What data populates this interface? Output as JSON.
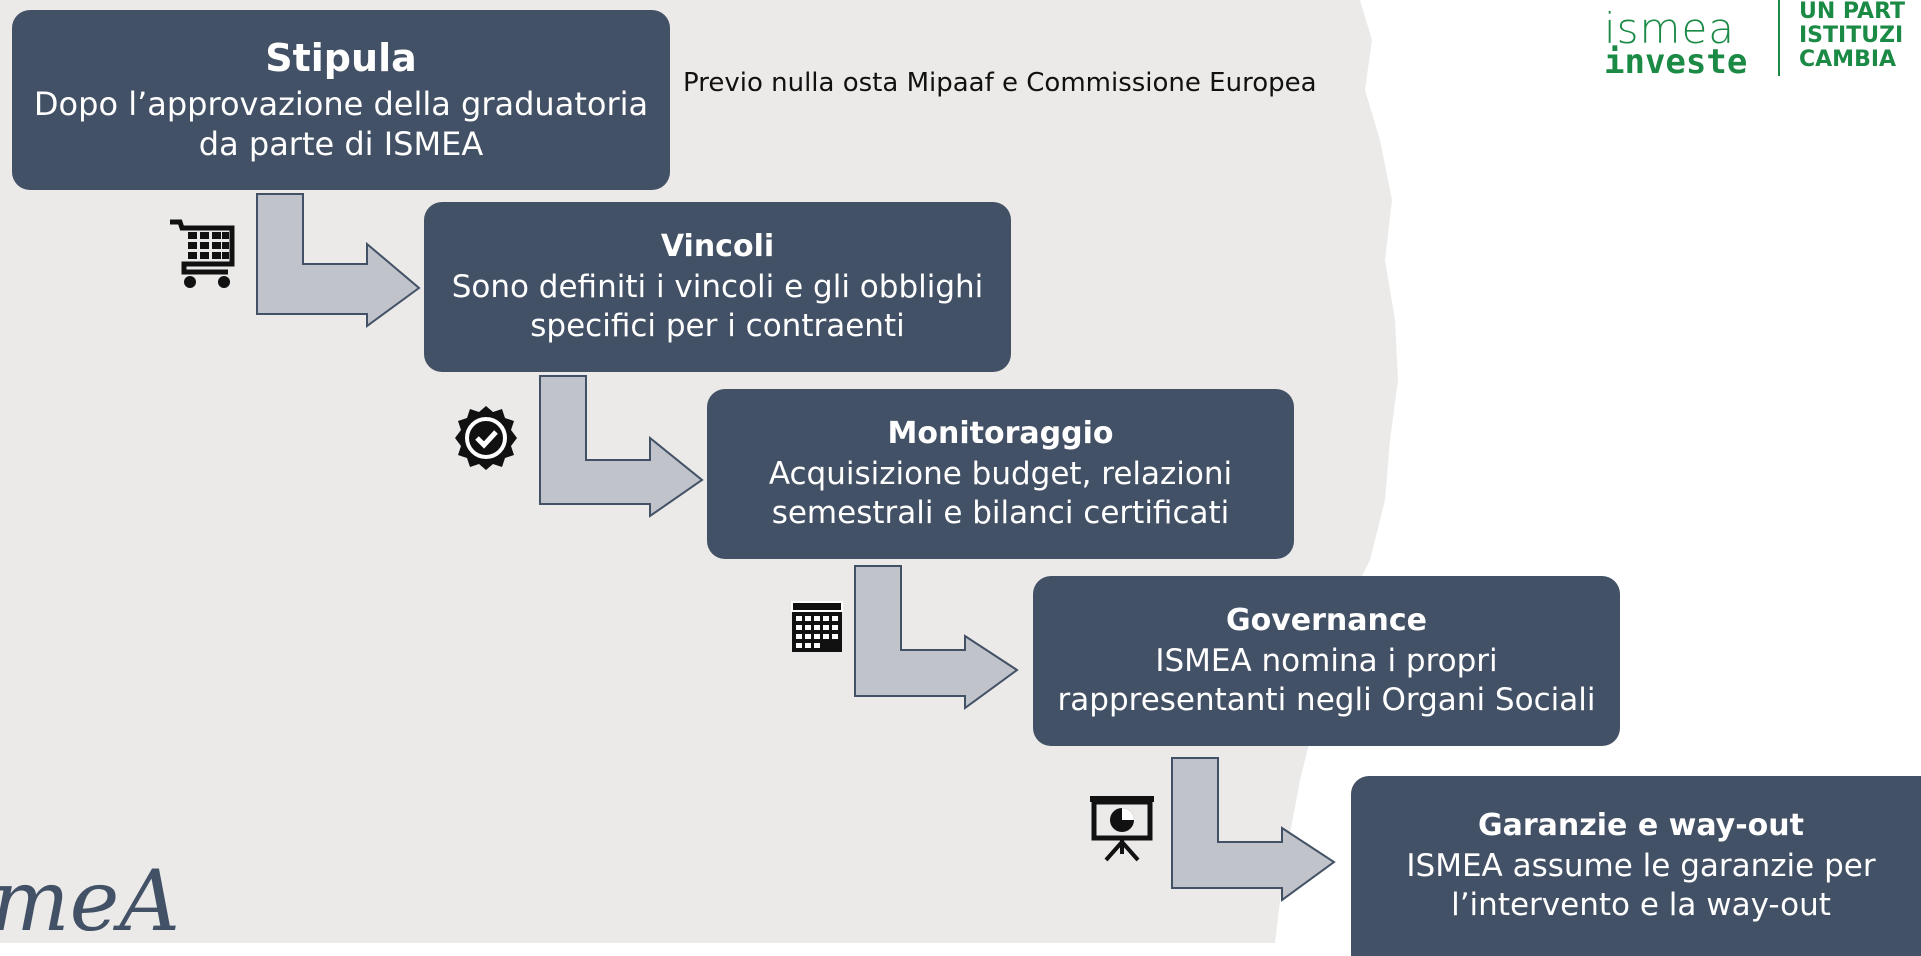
{
  "note": "Previo  nulla osta Mipaaf e Commissione Europea",
  "steps": [
    {
      "title": "Stipula",
      "desc_line1": "Dopo l’approvazione della graduatoria",
      "desc_line2": "da parte di ISMEA"
    },
    {
      "title": "Vincoli",
      "desc_line1": "Sono definiti i vincoli e gli obblighi",
      "desc_line2": "specifici per i contraenti"
    },
    {
      "title": "Monitoraggio",
      "desc_line1": "Acquisizione budget, relazioni",
      "desc_line2": "semestrali e bilanci certificati"
    },
    {
      "title": "Governance",
      "desc_line1": "ISMEA nomina i propri",
      "desc_line2": "rappresentanti negli Organi Sociali"
    },
    {
      "title": "Garanzie e way-out",
      "desc_line1": "ISMEA assume le garanzie per",
      "desc_line2": "l’intervento e la way-out"
    }
  ],
  "icons": [
    "cart-icon",
    "badge-check-icon",
    "calendar-icon",
    "presentation-chart-icon"
  ],
  "logo_top": {
    "line1": "ismea",
    "line2": "investe",
    "tag1": "UN PART",
    "tag2": "ISTITUZI",
    "tag3": "CAMBIA"
  },
  "logo_bottom": "meA",
  "colors": {
    "box": "#435166",
    "arrow": "#c0c4ca",
    "brand_green": "#1a8a45",
    "background_grey": "#ebeae8"
  }
}
